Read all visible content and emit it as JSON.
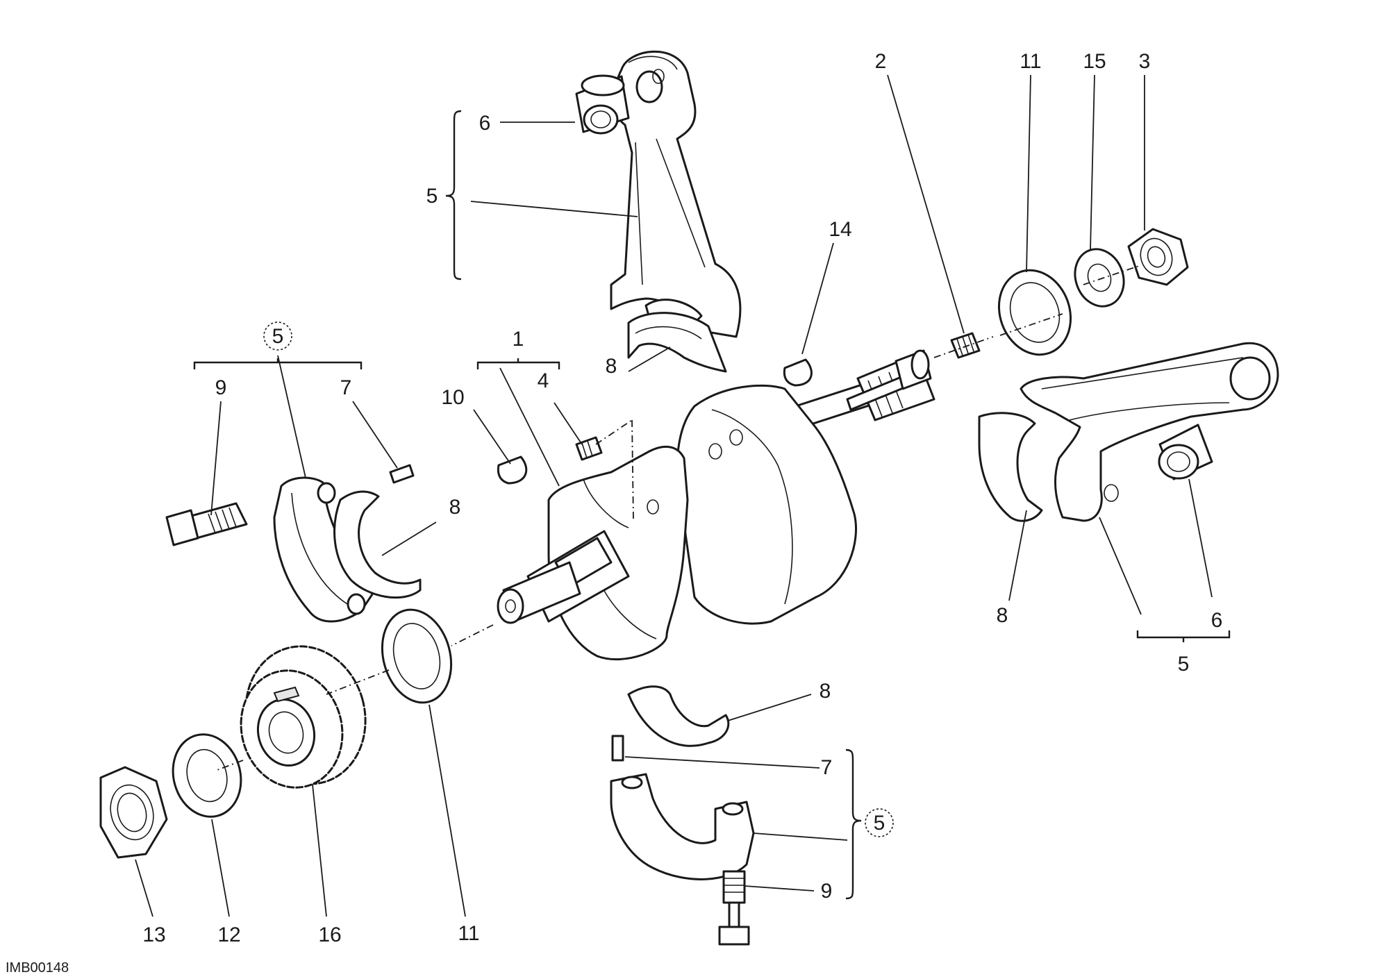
{
  "drawing_code": "IMB00148",
  "callouts": [
    {
      "id": "c-6-top",
      "text": "6"
    },
    {
      "id": "c-5-brace-left",
      "text": "5"
    },
    {
      "id": "c-14",
      "text": "14"
    },
    {
      "id": "c-2",
      "text": "2"
    },
    {
      "id": "c-11-top",
      "text": "11"
    },
    {
      "id": "c-15",
      "text": "15"
    },
    {
      "id": "c-3",
      "text": "3"
    },
    {
      "id": "c-5-circled-left",
      "text": "5"
    },
    {
      "id": "c-9-left",
      "text": "9"
    },
    {
      "id": "c-7-left",
      "text": "7"
    },
    {
      "id": "c-1",
      "text": "1"
    },
    {
      "id": "c-10",
      "text": "10"
    },
    {
      "id": "c-4",
      "text": "4"
    },
    {
      "id": "c-8-top",
      "text": "8"
    },
    {
      "id": "c-8-left",
      "text": "8"
    },
    {
      "id": "c-8-right",
      "text": "8"
    },
    {
      "id": "c-6-right",
      "text": "6"
    },
    {
      "id": "c-5-bottom-right",
      "text": "5"
    },
    {
      "id": "c-8-bottom",
      "text": "8"
    },
    {
      "id": "c-7-bottom",
      "text": "7"
    },
    {
      "id": "c-5-circled-bottom",
      "text": "5"
    },
    {
      "id": "c-9-bottom",
      "text": "9"
    },
    {
      "id": "c-13",
      "text": "13"
    },
    {
      "id": "c-12",
      "text": "12"
    },
    {
      "id": "c-16",
      "text": "16"
    },
    {
      "id": "c-11-bottom",
      "text": "11"
    }
  ]
}
